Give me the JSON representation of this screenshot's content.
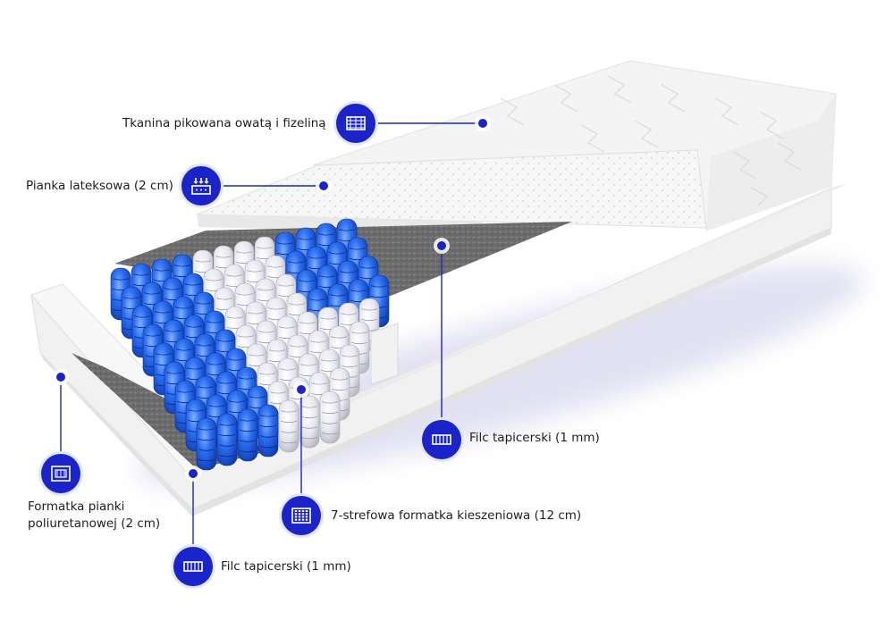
{
  "colors": {
    "accent_blue": "#1a24c8",
    "spring_blue": "#1f5fe0",
    "spring_white": "#e9e9ee",
    "felt_grey": "#6e6e6e",
    "foam_white": "#f7f7f7"
  },
  "annotations": [
    {
      "id": "quilted-fabric",
      "icon": "quilted-fabric-icon",
      "text": "Tkanina pikowana owatą i fizeliną"
    },
    {
      "id": "latex-foam",
      "icon": "latex-foam-icon",
      "text": "Pianka lateksowa (2 cm)"
    },
    {
      "id": "felt-top",
      "icon": "felt-icon",
      "text": "Filc tapicerski (1 mm)"
    },
    {
      "id": "pocket-springs",
      "icon": "pocket-springs-icon",
      "text": "7-strefowa formatka kieszeniowa (12 cm)"
    },
    {
      "id": "pu-foam-frame",
      "icon": "foam-frame-icon",
      "text_line1": "Formatka pianki",
      "text_line2": "poliuretanowej (2 cm)"
    },
    {
      "id": "felt-bottom",
      "icon": "felt-icon",
      "text": "Filc tapicerski (1 mm)"
    }
  ]
}
